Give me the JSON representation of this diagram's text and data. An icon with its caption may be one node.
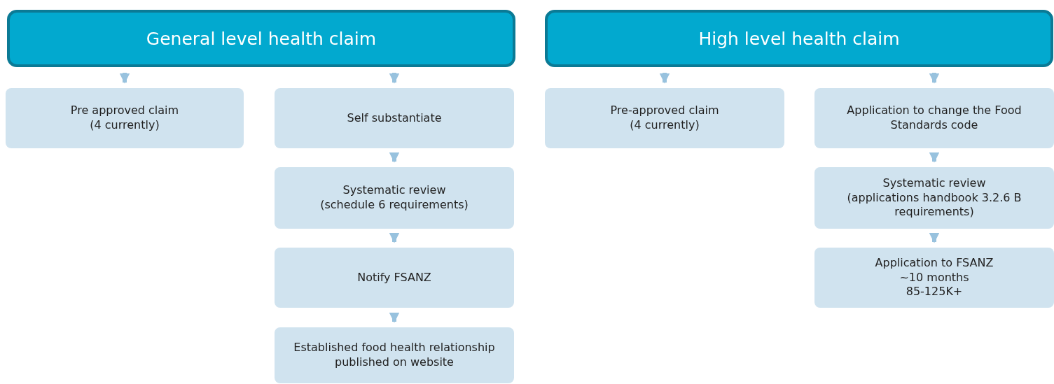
{
  "diagram": {
    "nodes": [
      {
        "text": [
          "General level health claim"
        ]
      },
      {
        "text": [
          "Pre approved claim",
          "(4 currently)"
        ]
      },
      {
        "text": [
          "Self substantiate"
        ]
      },
      {
        "text": [
          "Systematic review",
          "(schedule 6 requirements)"
        ]
      },
      {
        "text": [
          "Notify FSANZ"
        ]
      },
      {
        "text": [
          "Established food health relationship published on website"
        ]
      },
      {
        "text": [
          "High level health claim"
        ]
      },
      {
        "text": [
          "Pre-approved claim",
          "(4 currently)"
        ]
      },
      {
        "text": [
          "Application to change the Food Standards code"
        ]
      },
      {
        "text": [
          "Systematic review",
          "(applications handbook 3.2.6 B requirements)"
        ]
      },
      {
        "text": [
          "Application to FSANZ",
          "~10 months",
          "85-125K+"
        ]
      }
    ],
    "edges": [
      {
        "from": 0,
        "to": 1,
        "arrow": "to"
      },
      {
        "from": 0,
        "to": 2,
        "arrow": "to"
      },
      {
        "from": 2,
        "to": 3,
        "arrow": "to"
      },
      {
        "from": 3,
        "to": 4,
        "arrow": "to"
      },
      {
        "from": 4,
        "to": 5,
        "arrow": "to"
      },
      {
        "from": 6,
        "to": 7,
        "arrow": "to"
      },
      {
        "from": 6,
        "to": 8,
        "arrow": "to"
      },
      {
        "from": 8,
        "to": 9,
        "arrow": "to"
      },
      {
        "from": 9,
        "to": 10,
        "arrow": "to"
      }
    ]
  }
}
